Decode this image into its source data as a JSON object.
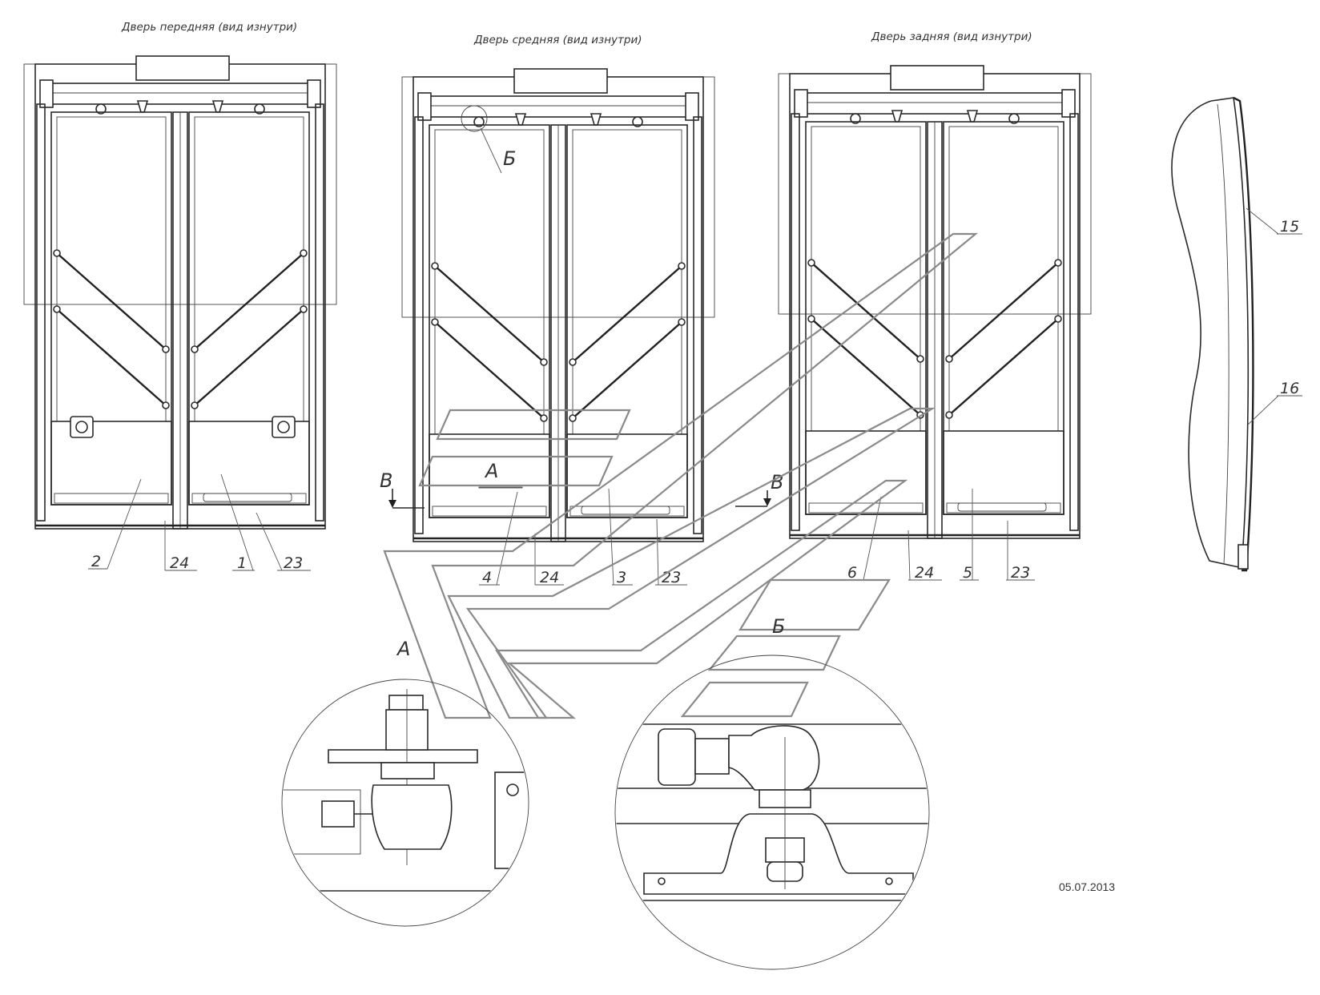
{
  "views": {
    "front_title": "Дверь передняя (вид изнутри)",
    "middle_title": "Дверь средняя (вид изнутри)",
    "rear_title": "Дверь задняя (вид изнутри)"
  },
  "callouts": {
    "front": [
      "2",
      "24",
      "1",
      "23"
    ],
    "middle": [
      "4",
      "24",
      "3",
      "23"
    ],
    "rear": [
      "6",
      "24",
      "5",
      "23"
    ],
    "side": [
      "15",
      "16"
    ]
  },
  "detail_marks": {
    "a": "А",
    "b": "Б",
    "v": "В"
  },
  "date": "05.07.2013"
}
